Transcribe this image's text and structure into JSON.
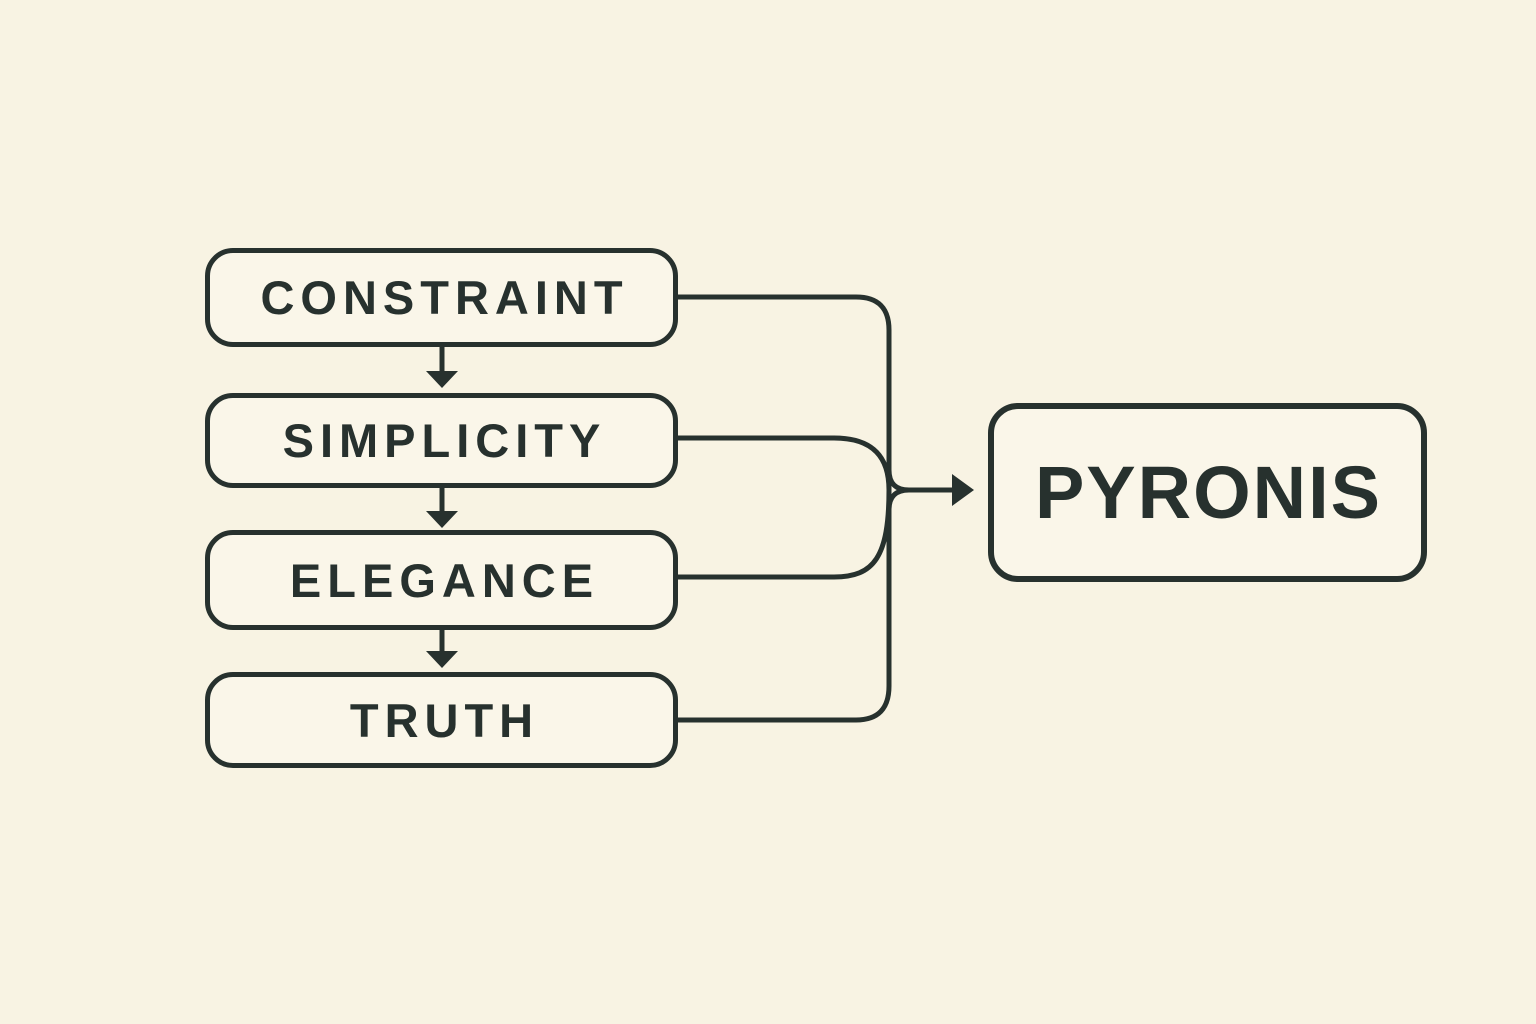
{
  "diagram": {
    "type": "flowchart",
    "colors": {
      "background": "#f8f3e3",
      "line": "#27312e",
      "node_fill": "#faf6e9",
      "text": "#27312e"
    },
    "nodes": [
      {
        "id": "constraint",
        "label": "CONSTRAINT"
      },
      {
        "id": "simplicity",
        "label": "SIMPLICITY"
      },
      {
        "id": "elegance",
        "label": "ELEGANCE"
      },
      {
        "id": "truth",
        "label": "TRUTH"
      }
    ],
    "target": {
      "id": "pyronis",
      "label": "PYRONIS"
    },
    "edges": [
      {
        "from": "constraint",
        "to": "simplicity"
      },
      {
        "from": "simplicity",
        "to": "elegance"
      },
      {
        "from": "elegance",
        "to": "truth"
      },
      {
        "from": "constraint",
        "to": "pyronis"
      },
      {
        "from": "simplicity",
        "to": "pyronis"
      },
      {
        "from": "elegance",
        "to": "pyronis"
      },
      {
        "from": "truth",
        "to": "pyronis"
      }
    ]
  }
}
